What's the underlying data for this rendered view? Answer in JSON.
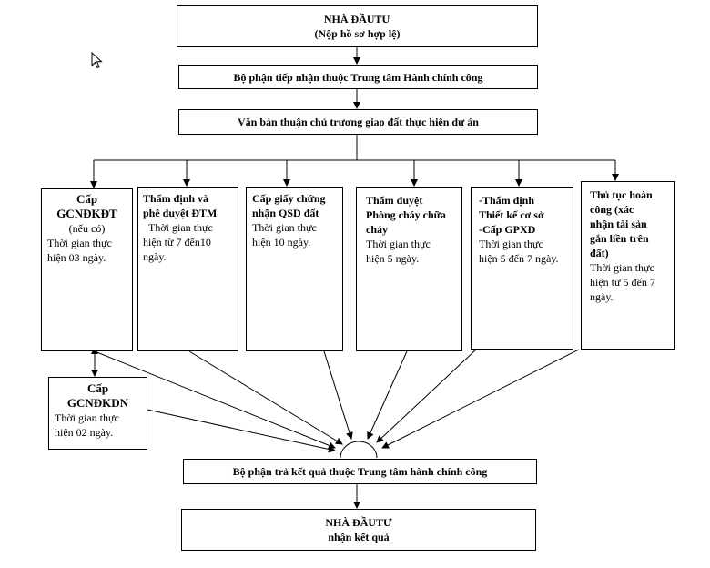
{
  "top": {
    "title": "NHÀ ĐẦUTƯ",
    "subtitle": "(Nộp hồ sơ hợp lệ)"
  },
  "reception": "Bộ phận tiếp nhận thuộc Trung tâm Hành chính công",
  "approval": "Văn bản thuận chủ trương giao đất thực hiện dự án",
  "branches": [
    {
      "l1": "Cấp",
      "l2": "GCNĐKĐT",
      "l3": "(nếu có)",
      "l4": "Thời gian thực",
      "l5": "hiện 03 ngày."
    },
    {
      "l1": "Thẩm định và",
      "l2": "phê duyệt ĐTM",
      "l3": "Thời gian thực",
      "l4": "hiện từ 7 đến10",
      "l5": "ngày."
    },
    {
      "l1": "Cấp giấy chứng",
      "l2": "nhận QSD đất",
      "l3": "Thời gian thực",
      "l4": "hiện 10 ngày."
    },
    {
      "l1": "Thẩm duyệt",
      "l2": "Phòng cháy chữa",
      "l3": "cháy",
      "l4": "Thời gian thực",
      "l5": "hiện 5 ngày."
    },
    {
      "l1": "-Thẩm định",
      "l2": "Thiết kế cơ sở",
      "l3": "-Cấp GPXD",
      "l4": "Thời gian thực",
      "l5": "hiện 5 đến 7 ngày."
    },
    {
      "l1": "Thủ tục hoàn",
      "l2": "công (xác",
      "l3": "nhận tài sản",
      "l4": "gắn liền trên",
      "l5": "đất)",
      "l6": "Thời gian thực",
      "l7": "hiện từ 5 đến 7",
      "l8": "ngày."
    }
  ],
  "sub": {
    "l1": "Cấp",
    "l2": "GCNĐKDN",
    "l3": "Thời gian thực",
    "l4": "hiện 02 ngày."
  },
  "result_dept": "Bộ phận trả kết quả thuộc Trung tâm hành chính công",
  "bottom": {
    "title": "NHÀ ĐẦUTƯ",
    "subtitle": "nhận kết quả"
  }
}
